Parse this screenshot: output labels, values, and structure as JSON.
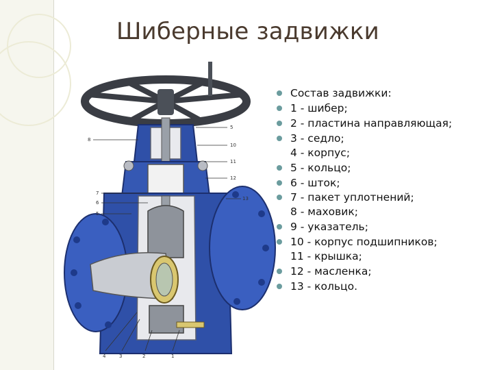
{
  "slide": {
    "title": "Шиберные задвижки",
    "accent_color": "#6b9c9e",
    "title_color": "#4a3a2e",
    "body_color": "#2f50a8"
  },
  "diagram": {
    "callouts": [
      "8",
      "5",
      "10",
      "11",
      "12",
      "13",
      "7",
      "6",
      "5",
      "4",
      "3",
      "2",
      "1"
    ]
  },
  "bullets": [
    "Состав задвижки:",
    "1 - шибер;",
    "2 - пластина направляющая;",
    "3 - седло;\n4 - корпус;",
    "5 - кольцо;",
    "6 - шток;",
    "7 - пакет уплотнений;\n8 - маховик;",
    "9 - указатель;",
    "10 - корпус подшипников;\n11 - крышка;",
    "12 - масленка;",
    "13 - кольцо."
  ]
}
